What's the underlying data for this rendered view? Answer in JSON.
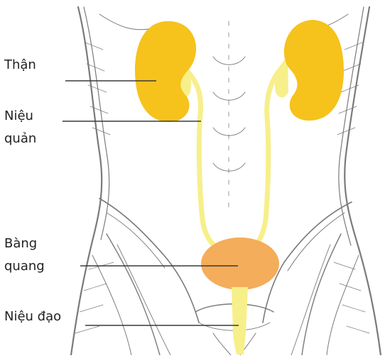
{
  "diagram": {
    "labels": {
      "kidney": "Thận",
      "ureter_line1": "Niệu",
      "ureter_line2": "quản",
      "bladder_line1": "Bàng",
      "bladder_line2": "quang",
      "urethra": "Niệu đạo"
    },
    "colors": {
      "kidney": "#f6c21c",
      "ureter": "#f7ef8a",
      "bladder": "#f4ad5a",
      "leader_line": "#3a3a3a",
      "sketch": "#7a7a7a"
    },
    "icons": [
      "kidney-left",
      "kidney-right",
      "ureter-left",
      "ureter-right",
      "bladder",
      "urethra",
      "torso-sketch"
    ]
  }
}
